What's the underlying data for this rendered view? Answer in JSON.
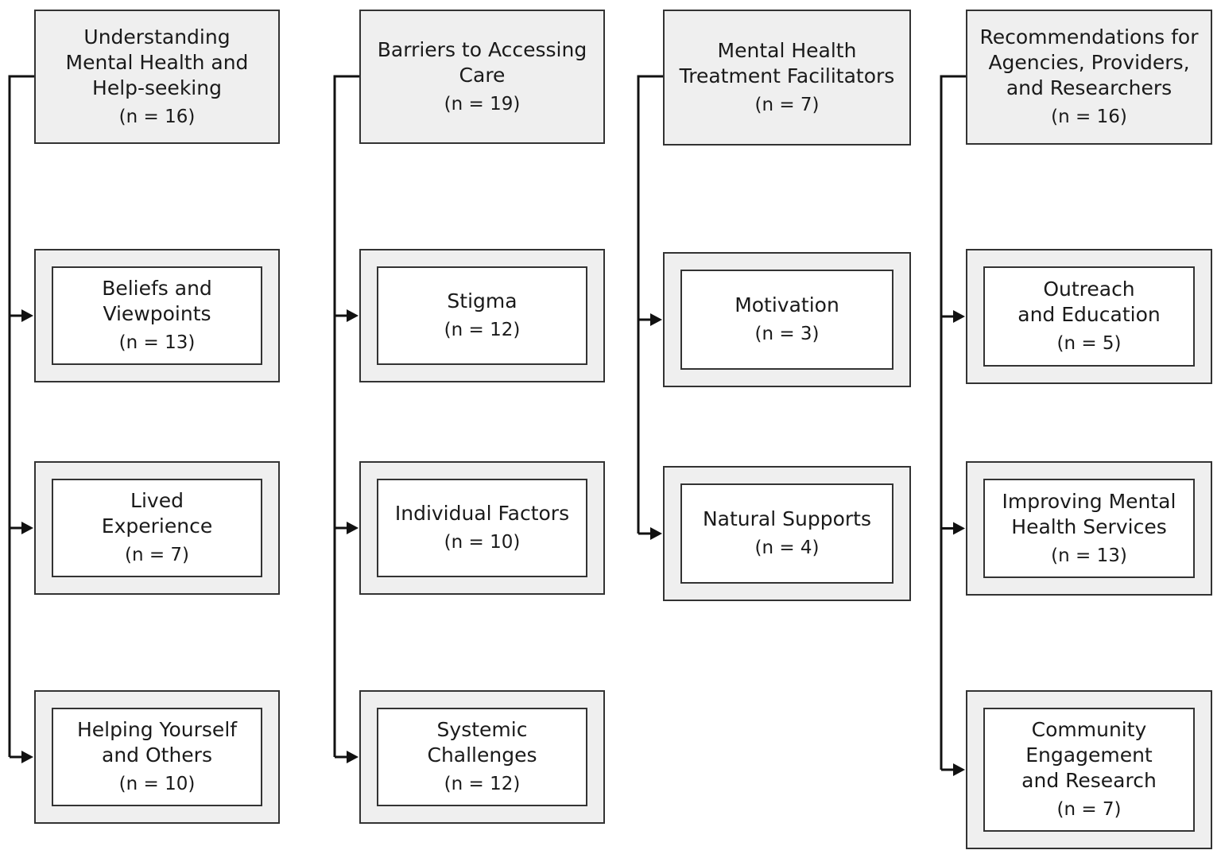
{
  "columns": [
    {
      "title_lines": [
        "Understanding",
        "Mental Health and",
        "Help-seeking"
      ],
      "count": "(n = 16)",
      "children": [
        {
          "lines": [
            "Beliefs and",
            "Viewpoints"
          ],
          "count": "(n = 13)"
        },
        {
          "lines": [
            "Lived",
            "Experience"
          ],
          "count": "(n = 7)"
        },
        {
          "lines": [
            "Helping Yourself",
            "and Others"
          ],
          "count": "(n = 10)"
        }
      ]
    },
    {
      "title_lines": [
        "Barriers to Accessing",
        "Care"
      ],
      "count": "(n = 19)",
      "children": [
        {
          "lines": [
            "Stigma"
          ],
          "count": "(n = 12)"
        },
        {
          "lines": [
            "Individual Factors"
          ],
          "count": "(n = 10)"
        },
        {
          "lines": [
            "Systemic",
            "Challenges"
          ],
          "count": "(n = 12)"
        }
      ]
    },
    {
      "title_lines": [
        "Mental Health",
        "Treatment Facilitators"
      ],
      "count": "(n = 7)",
      "children": [
        {
          "lines": [
            "Motivation"
          ],
          "count": "(n = 3)"
        },
        {
          "lines": [
            "Natural Supports"
          ],
          "count": "(n = 4)"
        }
      ]
    },
    {
      "title_lines": [
        "Recommendations for",
        "Agencies, Providers,",
        "and Researchers"
      ],
      "count": "(n = 16)",
      "children": [
        {
          "lines": [
            "Outreach",
            "and Education"
          ],
          "count": "(n = 5)"
        },
        {
          "lines": [
            "Improving Mental",
            "Health Services"
          ],
          "count": "(n = 13)"
        },
        {
          "lines": [
            "Community",
            "Engagement",
            "and Research"
          ],
          "count": "(n = 7)"
        }
      ]
    }
  ]
}
